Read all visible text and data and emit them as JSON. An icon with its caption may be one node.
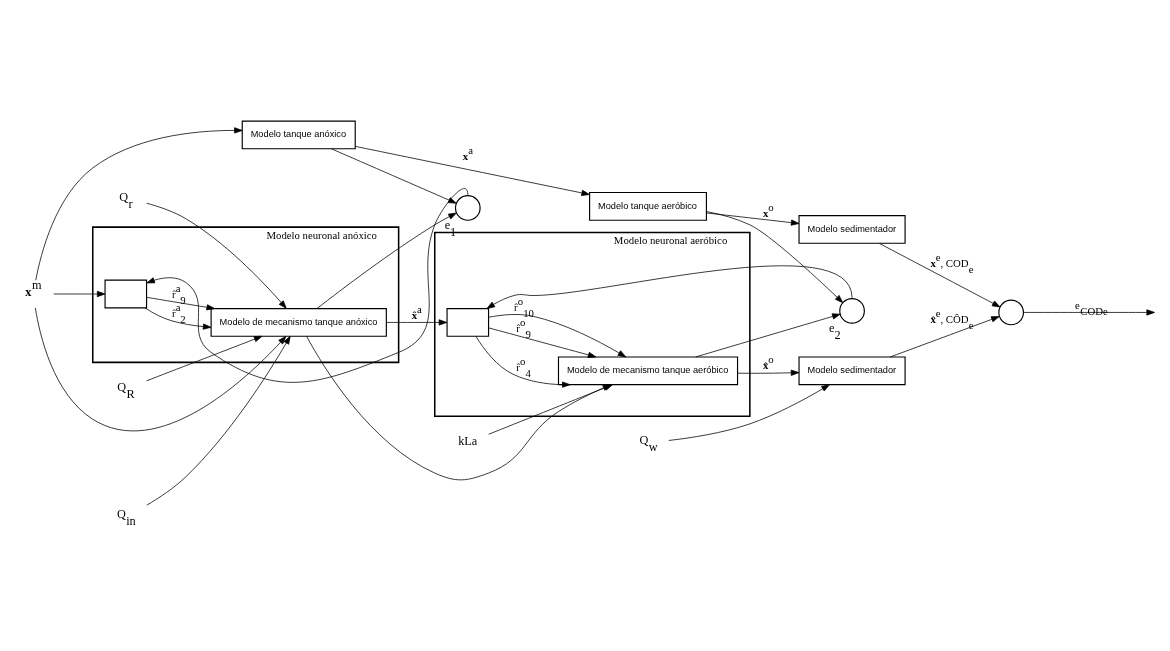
{
  "diagram": {
    "nodes": [
      {
        "text": [
          "Modelo tanque anóxico"
        ]
      },
      {
        "text": [
          "Modelo tanque aeróbico"
        ]
      },
      {
        "text": [
          "Modelo sedimentador"
        ]
      },
      {
        "text": [],
        "shape": "circle",
        "beside": [
          "e$_{1}$"
        ]
      },
      {
        "text": [],
        "shape": "circle",
        "beside": [
          "e$_{2}$"
        ]
      },
      {
        "text": [],
        "shape": "circle"
      },
      {
        "text": [
          "Modelo neuronal anóxico"
        ]
      },
      {
        "text": [],
        "shape": "box",
        "in": 6
      },
      {
        "text": [
          "Modelo de mecanismo tanque anóxico"
        ],
        "in": 6
      },
      {
        "text": [
          "Modelo neuronal aeróbico"
        ]
      },
      {
        "text": [],
        "shape": "box",
        "in": 9
      },
      {
        "text": [
          "Modelo de mecanismo tanque aeróbico"
        ],
        "in": 9
      },
      {
        "text": [
          "Modelo sedimentador"
        ]
      },
      {
        "text": [
          "**x**$^{m}$"
        ]
      },
      {
        "text": [
          "Q$_{in}$"
        ]
      },
      {
        "text": [
          "Q$_{r}$"
        ]
      },
      {
        "text": [
          "Q$_{R}$"
        ]
      },
      {
        "text": [
          "kLa"
        ]
      },
      {
        "text": [
          "Q$_{w}$"
        ]
      }
    ],
    "edges": [
      {
        "from": 13,
        "to": 0,
        "arrow": "to"
      },
      {
        "from": 13,
        "to": 7,
        "arrow": "to"
      },
      {
        "from": 13,
        "to": 8,
        "arrow": "to"
      },
      {
        "from": 0,
        "to": 1,
        "arrow": "to",
        "label": "**x**$^{a}$"
      },
      {
        "from": 0,
        "to": 3,
        "arrow": "to"
      },
      {
        "from": 1,
        "to": 2,
        "arrow": "to",
        "label": "**x**$^{o}$"
      },
      {
        "from": 1,
        "to": 4,
        "arrow": "to"
      },
      {
        "from": 2,
        "to": 5,
        "arrow": "to",
        "label": "**x**$^{e}$, COD$_{e}$"
      },
      {
        "from": 5,
        "to": null,
        "arrow": "to",
        "label": "e$_{CODe}$"
      },
      {
        "from": 7,
        "to": 8,
        "arrow": "to",
        "label": "r̂$^{a}$$_{2}$"
      },
      {
        "from": 7,
        "to": 8,
        "arrow": "to",
        "label": "r̂$^{a}$$_{9}$"
      },
      {
        "from": 14,
        "to": 8,
        "arrow": "to"
      },
      {
        "from": 15,
        "to": 8,
        "arrow": "to"
      },
      {
        "from": 16,
        "to": 8,
        "arrow": "to"
      },
      {
        "from": 3,
        "to": 7,
        "arrow": "to"
      },
      {
        "from": 8,
        "to": 10,
        "arrow": "to",
        "label": "**x̂**$^{a}$"
      },
      {
        "from": 8,
        "to": 3,
        "arrow": "to"
      },
      {
        "from": 8,
        "to": 11,
        "arrow": "to"
      },
      {
        "from": 10,
        "to": 11,
        "arrow": "to",
        "label": "r̂$^{o}$$_{4}$"
      },
      {
        "from": 10,
        "to": 11,
        "arrow": "to",
        "label": "r̂$^{o}$$_{9}$"
      },
      {
        "from": 10,
        "to": 11,
        "arrow": "to",
        "label": "r̂$^{o}$$_{10}$"
      },
      {
        "from": 17,
        "to": 11,
        "arrow": "to"
      },
      {
        "from": 4,
        "to": 10,
        "arrow": "to"
      },
      {
        "from": 11,
        "to": 12,
        "arrow": "to",
        "label": "**x̂**$^{o}$"
      },
      {
        "from": 11,
        "to": 4,
        "arrow": "to"
      },
      {
        "from": 12,
        "to": 5,
        "arrow": "to",
        "label": "**x̂**$^{e}$, CÔD$_{e}$"
      },
      {
        "from": 18,
        "to": 12,
        "arrow": "to"
      }
    ]
  }
}
